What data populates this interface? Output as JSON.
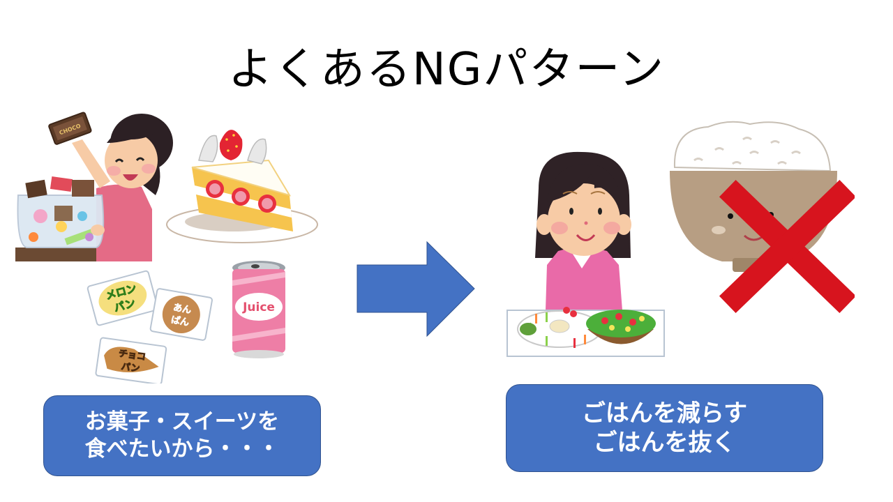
{
  "slide": {
    "title": "よくあるNGパターン",
    "left_panel": {
      "illustrations": [
        {
          "name": "girl-with-candy-jar",
          "label_on_chocolate": "CHOCO"
        },
        {
          "name": "strawberry-shortcake"
        },
        {
          "name": "melon-pan-bag",
          "label": "メロンパン"
        },
        {
          "name": "anpan-bag",
          "label": "あんぱん"
        },
        {
          "name": "choco-pan-bag",
          "label": "チョコパン"
        },
        {
          "name": "juice-can",
          "label": "Juice"
        }
      ],
      "caption": {
        "line1": "お菓子・スイーツを",
        "line2": "食べたいから・・・"
      }
    },
    "arrow": {
      "direction": "right",
      "color": "#4472c4"
    },
    "right_panel": {
      "illustrations": [
        {
          "name": "woman-with-salad"
        },
        {
          "name": "rice-bowl-crossed-out"
        }
      ],
      "cross_mark_color": "#d7141e",
      "caption": {
        "line1": "ごはんを減らす",
        "line2": "ごはんを抜く"
      }
    },
    "colors": {
      "box_fill": "#4472c4",
      "box_border": "#2f528f",
      "box_text": "#ffffff",
      "title_text": "#000000"
    }
  }
}
